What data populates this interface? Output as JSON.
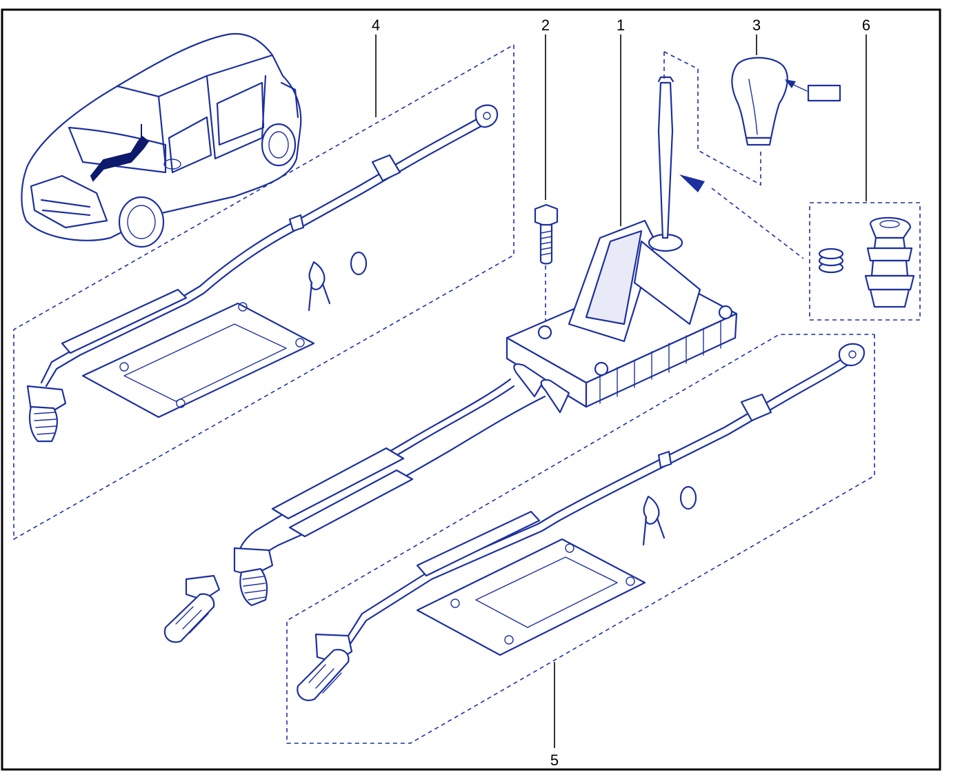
{
  "callouts": [
    {
      "id": "1",
      "label": "1"
    },
    {
      "id": "2",
      "label": "2"
    },
    {
      "id": "3",
      "label": "3"
    },
    {
      "id": "4",
      "label": "4"
    },
    {
      "id": "5",
      "label": "5"
    },
    {
      "id": "6",
      "label": "6"
    }
  ],
  "colors": {
    "line": "#1c2f9e",
    "frame": "#000000",
    "highlight": "#0d1a6b"
  }
}
